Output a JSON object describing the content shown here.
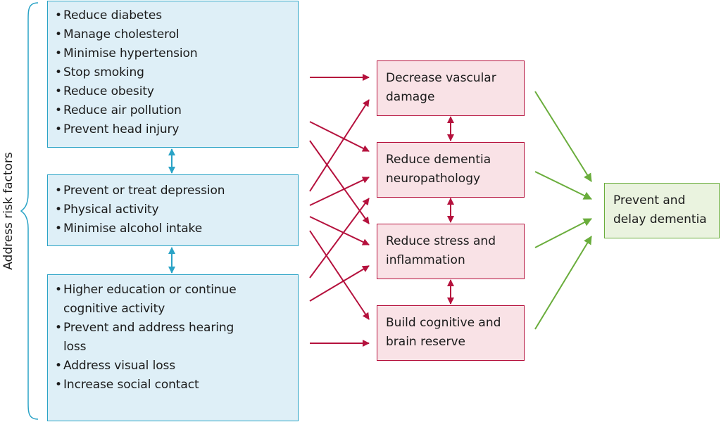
{
  "side_label": "Address risk factors",
  "risk_groups": [
    {
      "items": [
        "Reduce diabetes",
        "Manage cholesterol",
        "Minimise hypertension",
        "Stop smoking",
        "Reduce obesity",
        "Reduce air pollution",
        "Prevent head injury"
      ]
    },
    {
      "items": [
        "Prevent or treat depression",
        "Physical activity",
        "Minimise alcohol intake"
      ]
    },
    {
      "items": [
        "Higher education or continue cognitive activity",
        "Prevent and address hearing loss",
        "Address visual loss",
        "Increase social contact"
      ]
    }
  ],
  "mechanisms": [
    {
      "label": "Decrease vascular damage"
    },
    {
      "label": "Reduce dementia neuropathology"
    },
    {
      "label": "Reduce stress and inflammation"
    },
    {
      "label": "Build cognitive and brain reserve"
    }
  ],
  "outcome": {
    "label": "Prevent and delay dementia"
  },
  "colors": {
    "risk_border": "#2aa3c6",
    "risk_fill": "#deeff7",
    "mechanism_arrow": "#b5113d",
    "mechanism_fill": "#f9e2e6",
    "outcome_arrow": "#6aad3c",
    "outcome_fill": "#eaf3df"
  }
}
